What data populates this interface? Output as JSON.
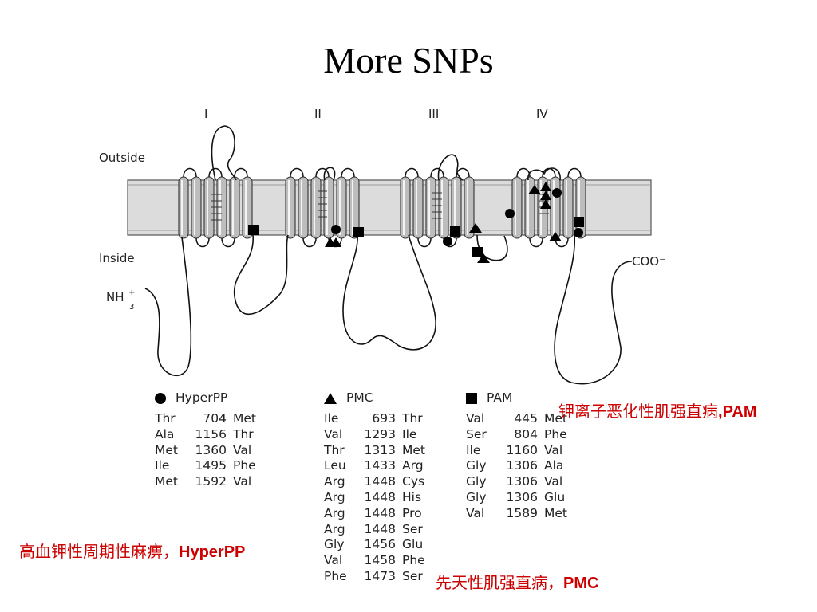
{
  "title": "More SNPs",
  "diagram": {
    "domains": [
      "I",
      "II",
      "III",
      "IV"
    ],
    "outside_label": "Outside",
    "inside_label": "Inside",
    "n_terminus": {
      "base": "NH",
      "superscript": "+",
      "subscript": "3"
    },
    "c_terminus": "COO⁻"
  },
  "tables": [
    {
      "key": "hyperpp",
      "symbol": "circle",
      "heading": "HyperPP",
      "rows": [
        [
          "Thr",
          "704",
          "Met"
        ],
        [
          "Ala",
          "1156",
          "Thr"
        ],
        [
          "Met",
          "1360",
          "Val"
        ],
        [
          "Ile",
          "1495",
          "Phe"
        ],
        [
          "Met",
          "1592",
          "Val"
        ]
      ]
    },
    {
      "key": "pmc",
      "symbol": "triangle",
      "heading": "PMC",
      "rows": [
        [
          "Ile",
          "693",
          "Thr"
        ],
        [
          "Val",
          "1293",
          "Ile"
        ],
        [
          "Thr",
          "1313",
          "Met"
        ],
        [
          "Leu",
          "1433",
          "Arg"
        ],
        [
          "Arg",
          "1448",
          "Cys"
        ],
        [
          "Arg",
          "1448",
          "His"
        ],
        [
          "Arg",
          "1448",
          "Pro"
        ],
        [
          "Arg",
          "1448",
          "Ser"
        ],
        [
          "Gly",
          "1456",
          "Glu"
        ],
        [
          "Val",
          "1458",
          "Phe"
        ],
        [
          "Phe",
          "1473",
          "Ser"
        ]
      ]
    },
    {
      "key": "pam",
      "symbol": "square",
      "heading": "PAM",
      "rows": [
        [
          "Val",
          "445",
          "Met"
        ],
        [
          "Ser",
          "804",
          "Phe"
        ],
        [
          "Ile",
          "1160",
          "Val"
        ],
        [
          "Gly",
          "1306",
          "Ala"
        ],
        [
          "Gly",
          "1306",
          "Val"
        ],
        [
          "Gly",
          "1306",
          "Glu"
        ],
        [
          "Val",
          "1589",
          "Met"
        ]
      ]
    }
  ],
  "notes": {
    "pam": {
      "cn": "钾离子恶化性肌强直病",
      "sep": ",",
      "en": "PAM"
    },
    "hyperpp": {
      "cn": "高血钾性周期性麻痹",
      "sep": "，",
      "en": "HyperPP"
    },
    "pmc": {
      "cn": "先天性肌强直病",
      "sep": "，",
      "en": "PMC"
    }
  },
  "colors": {
    "note_text": "#cc0000",
    "membrane_fill": "#dcdcdc",
    "helix_fill": "#bdbdbd"
  }
}
